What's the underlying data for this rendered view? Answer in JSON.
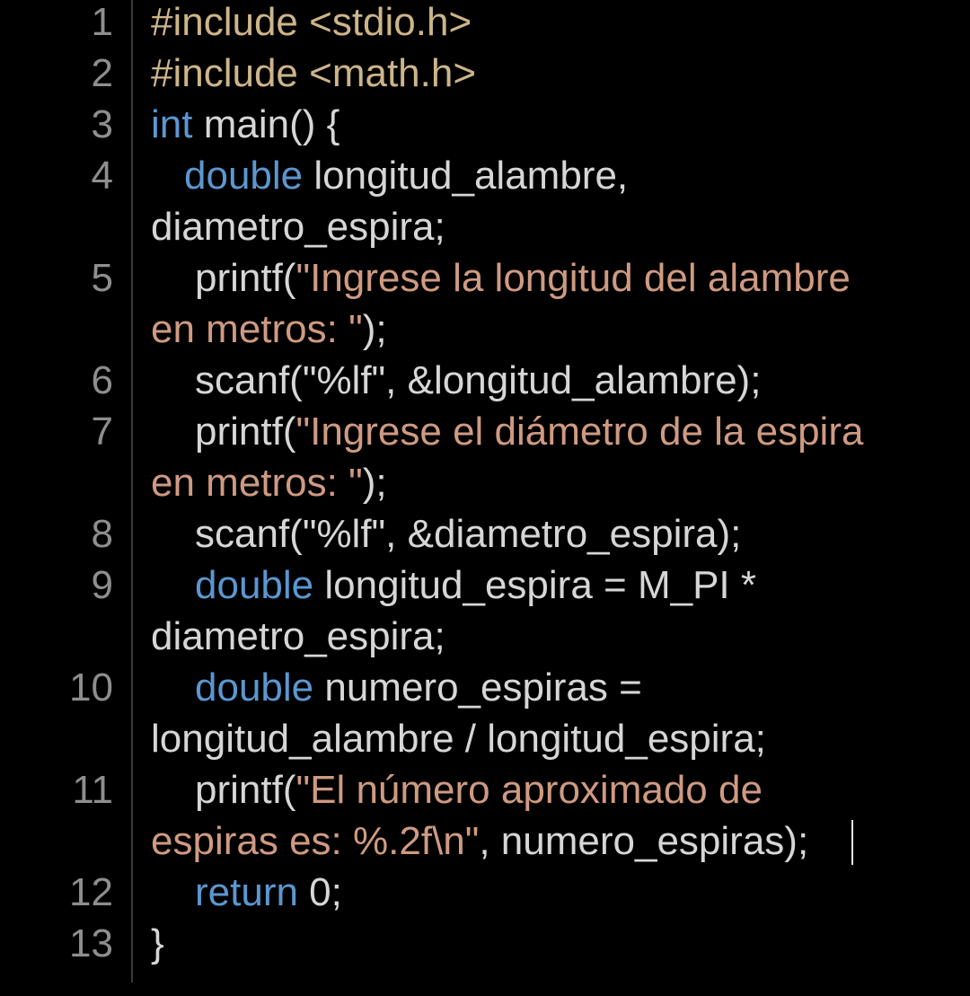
{
  "editor": {
    "colors": {
      "background": "#000000",
      "line_number": "#8e8e8e",
      "text": "#d6d6d6",
      "keyword": "#5b97d0",
      "preprocessor": "#cdb58a",
      "string": "#cf9a82",
      "gutter_separator": "#3a3a3a"
    },
    "line_numbers": [
      "1",
      "2",
      "3",
      "4",
      "5",
      "6",
      "7",
      "8",
      "9",
      "10",
      "11",
      "12",
      "13"
    ],
    "code": {
      "l1": "#include <stdio.h>",
      "l2": "#include <math.h>",
      "l3_kw": "int",
      "l3_rest": " main() {",
      "l4_kw": "double",
      "l4_rest": " longitud_alambre,",
      "l4_wrap": "diametro_espira;",
      "l5_pre": "printf(",
      "l5_str": "\"Ingrese la longitud del alambre",
      "l5_wrap_str": "en metros: \"",
      "l5_wrap_rest": ");",
      "l6": "scanf(\"%lf\", &longitud_alambre);",
      "l7_pre": "printf(",
      "l7_str": "\"Ingrese el diámetro de la espira",
      "l7_wrap_str": "en metros: \"",
      "l7_wrap_rest": ");",
      "l8": "scanf(\"%lf\", &diametro_espira);",
      "l9_kw": "double",
      "l9_rest": " longitud_espira = M_PI *",
      "l9_wrap": "diametro_espira;",
      "l10_kw": "double",
      "l10_rest": " numero_espiras =",
      "l10_wrap": "longitud_alambre / longitud_espira;",
      "l11_pre": "printf(",
      "l11_str": "\"El número aproximado de",
      "l11_wrap_str": "espiras es: %.2f\\n\"",
      "l11_wrap_rest": ", numero_espiras);",
      "l12_kw": "return",
      "l12_rest": " 0;",
      "l13": "}"
    }
  }
}
